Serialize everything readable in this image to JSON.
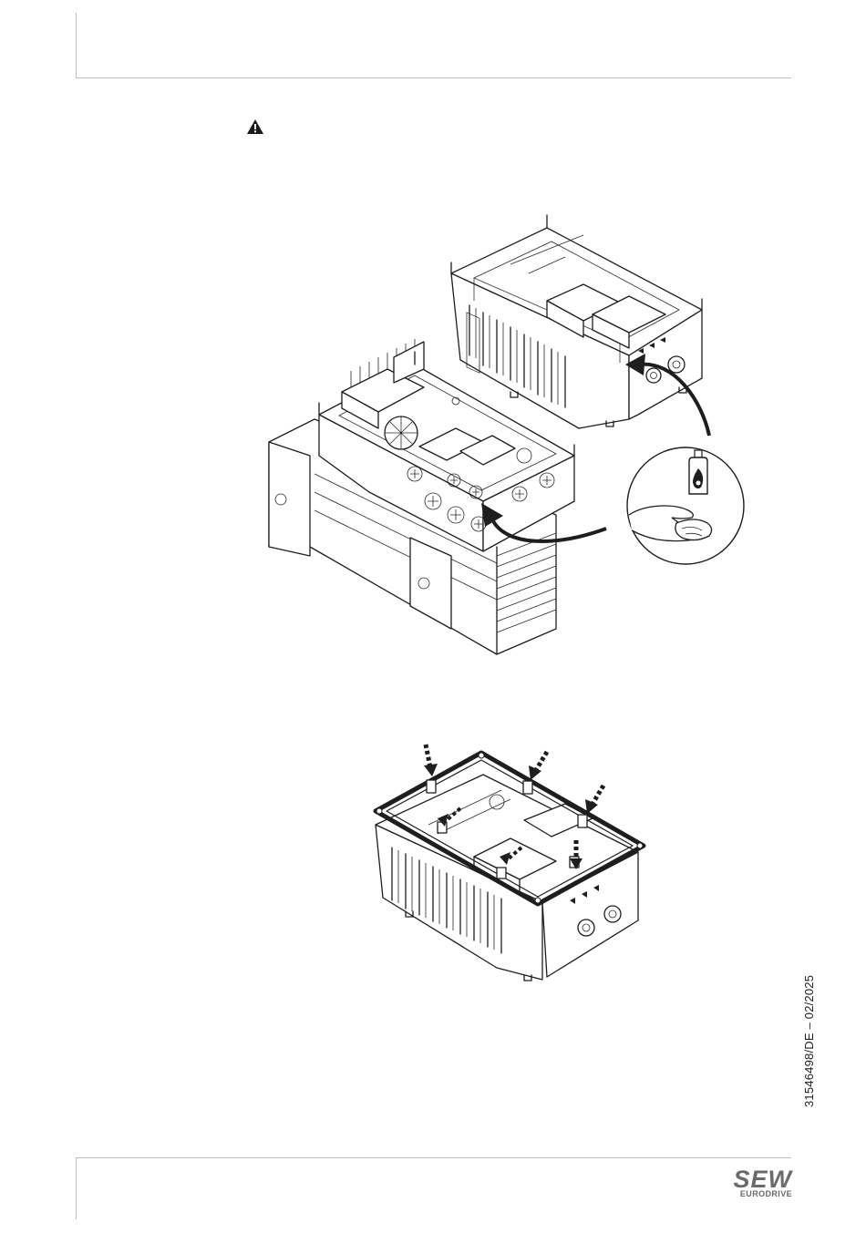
{
  "page": {
    "document_id": "31546498/DE – 02/2025"
  },
  "logo": {
    "brand": "SEW",
    "sub": "EURODRIVE"
  },
  "icons": {
    "warning": "warning-triangle-icon",
    "flammable_cleaner": "flame-bottle-icon",
    "cleaning_hand": "hand-cloth-icon",
    "arrows": "curved-arrow-icon",
    "dashed_arrows": "dashed-arrow-icon"
  },
  "colors": {
    "line": "#1e1e1e",
    "rule": "#bdbdbd",
    "logo": "#6b6b6b"
  }
}
